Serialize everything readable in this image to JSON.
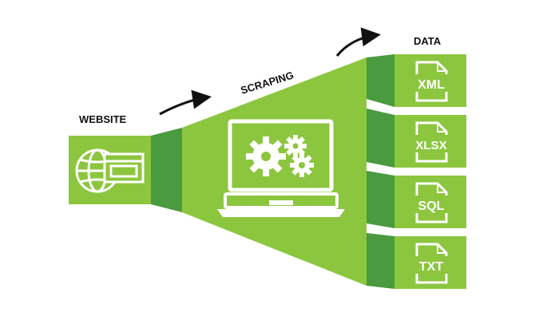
{
  "labels": {
    "website": "WEBSITE",
    "scraping": "SCRAPING",
    "data": "DATA"
  },
  "outputs": [
    {
      "format": "XML",
      "icon": "xml-file-icon"
    },
    {
      "format": "XLSX",
      "icon": "xlsx-file-icon"
    },
    {
      "format": "SQL",
      "icon": "sql-file-icon"
    },
    {
      "format": "TXT",
      "icon": "txt-file-icon"
    }
  ],
  "icons": {
    "source": "web-browser-globe-icon",
    "processor": "laptop-gears-icon",
    "arrows": "curved-arrow-icon"
  },
  "colors": {
    "green": "#8cc63f",
    "dark_green": "#4a9a3f",
    "white": "#ffffff",
    "text": "#111111"
  }
}
